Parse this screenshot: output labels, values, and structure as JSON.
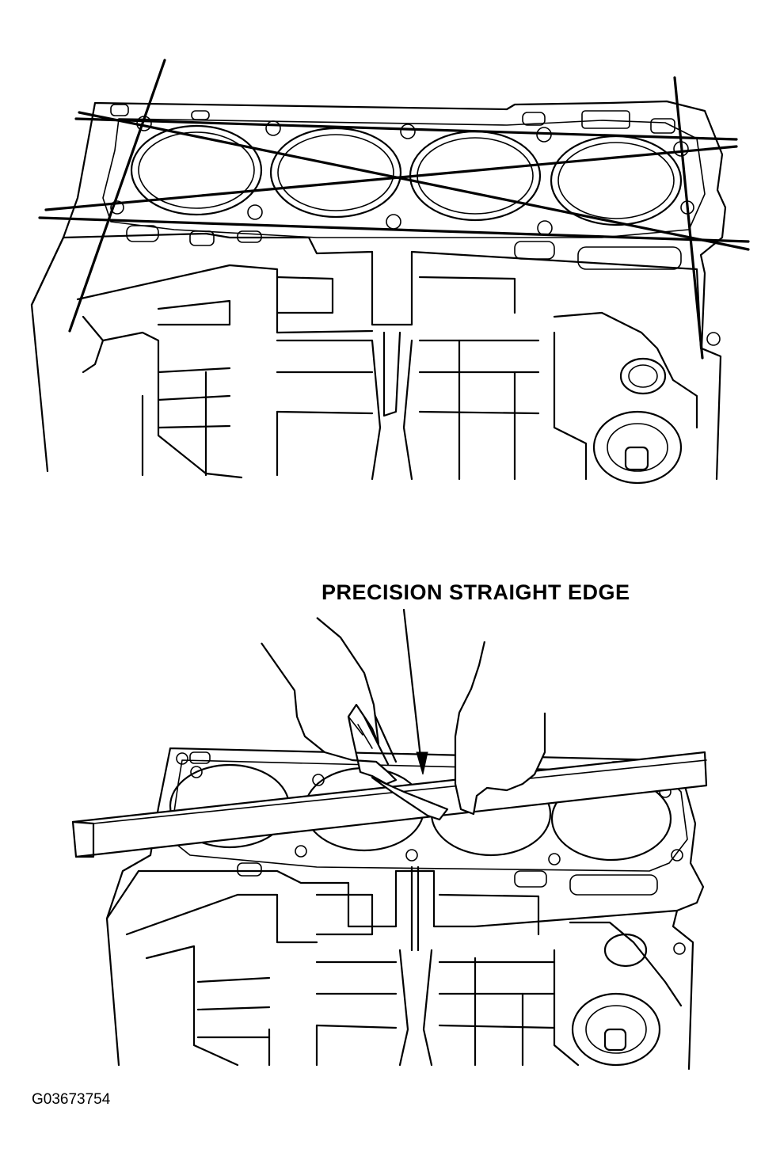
{
  "diagram": {
    "label": "PRECISION STRAIGHT EDGE",
    "figure_id": "G03673754"
  },
  "icons": {
    "top_view": "engine-block-with-measurement-lines",
    "bottom_view": "engine-block-with-straight-edge-and-feeler-gauge"
  }
}
